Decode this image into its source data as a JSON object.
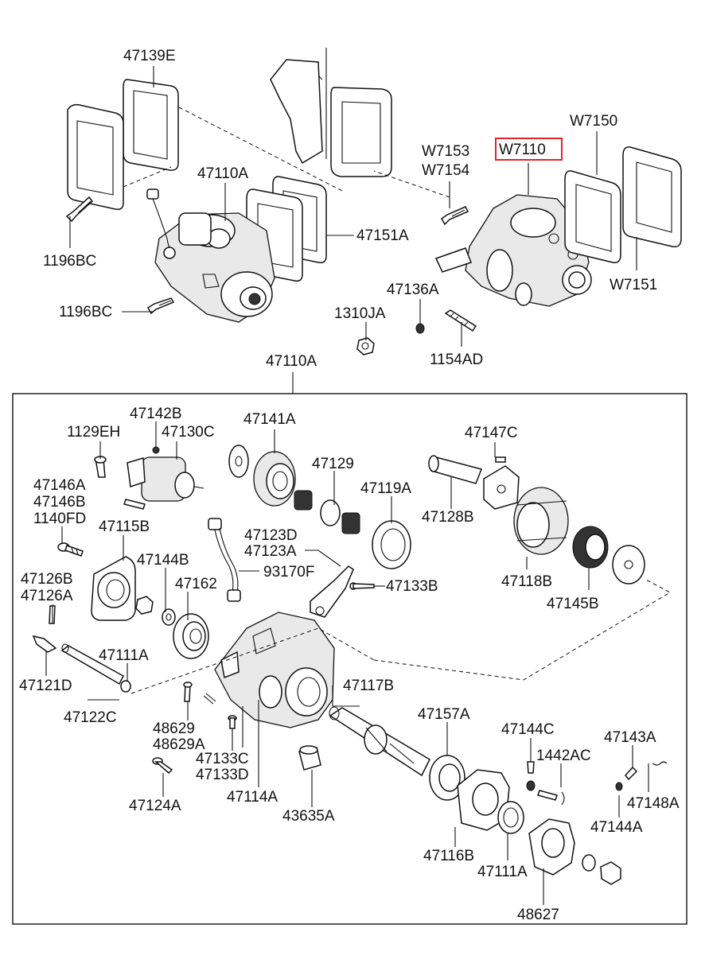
{
  "labels": {
    "p47139E": "47139E",
    "p47110A_top": "47110A",
    "p1196BC_a": "1196BC",
    "p1196BC_b": "1196BC",
    "p47151A": "47151A",
    "pW7153": "W7153",
    "pW7154": "W7154",
    "pW7110": "W7110",
    "pW7150": "W7150",
    "pW7151": "W7151",
    "p47136A": "47136A",
    "p1310JA": "1310JA",
    "p1154AD": "1154AD",
    "p47110A_box": "47110A",
    "p47142B": "47142B",
    "p1129EH": "1129EH",
    "p47130C": "47130C",
    "p47141A": "47141A",
    "p47129": "47129",
    "p47147C": "47147C",
    "p47146A": "47146A",
    "p47146B": "47146B",
    "p1140FD": "1140FD",
    "p47119A": "47119A",
    "p47128B": "47128B",
    "p47115B": "47115B",
    "p47123D": "47123D",
    "p47123A": "47123A",
    "p47144B": "47144B",
    "p47162": "47162",
    "p93170F": "93170F",
    "p47133B": "47133B",
    "p47118B": "47118B",
    "p47126B": "47126B",
    "p47126A": "47126A",
    "p47145B": "47145B",
    "p47111A_a": "47111A",
    "p47121D": "47121D",
    "p47117B": "47117B",
    "p47122C": "47122C",
    "p48629": "48629",
    "p48629A": "48629A",
    "p47157A": "47157A",
    "p47144C": "47144C",
    "p47143A": "47143A",
    "p1442AC": "1442AC",
    "p47133C": "47133C",
    "p47133D": "47133D",
    "p47148A": "47148A",
    "p47124A": "47124A",
    "p47114A": "47114A",
    "p43635A": "43635A",
    "p47144A": "47144A",
    "p47116B": "47116B",
    "p47111A_b": "47111A",
    "p48627": "48627"
  },
  "highlight": {
    "part": "W7110",
    "color": "#e0242a"
  }
}
